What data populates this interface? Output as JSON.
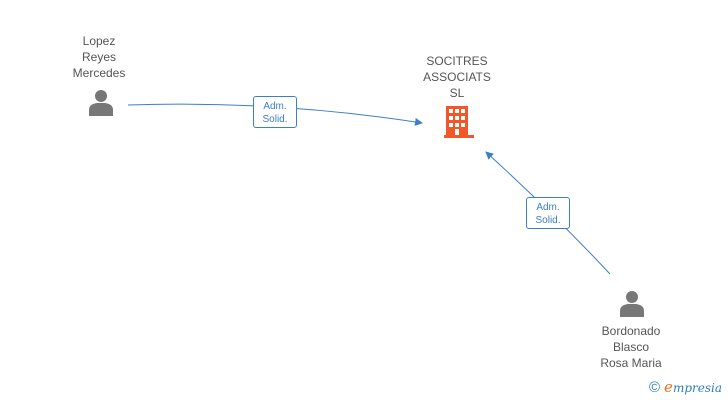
{
  "nodes": {
    "person_top": {
      "name_lines": [
        "Lopez",
        "Reyes",
        "Mercedes"
      ],
      "icon": "person-icon"
    },
    "company": {
      "name_lines": [
        "SOCITRES",
        "ASSOCIATS",
        "SL"
      ],
      "icon": "building-icon",
      "color": "#f0582a"
    },
    "person_bottom": {
      "name_lines": [
        "Bordonado",
        "Blasco",
        "Rosa Maria"
      ],
      "icon": "person-icon"
    }
  },
  "edges": [
    {
      "from": "person_top",
      "to": "company",
      "label_lines": [
        "Adm.",
        "Solid."
      ]
    },
    {
      "from": "person_bottom",
      "to": "company",
      "label_lines": [
        "Adm.",
        "Solid."
      ]
    }
  ],
  "colors": {
    "edge": "#3d7ec6",
    "person": "#777777",
    "building": "#f0582a"
  },
  "footer": {
    "copyright_symbol": "©",
    "brand_initial": "e",
    "brand_rest": "mpresia"
  }
}
